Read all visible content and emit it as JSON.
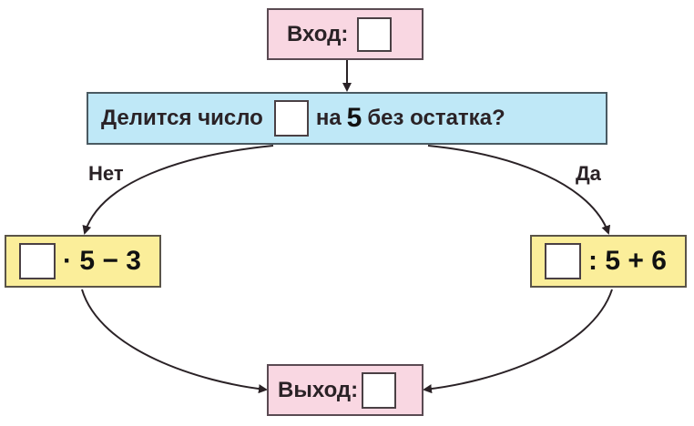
{
  "input": {
    "label": "Вход:"
  },
  "question": {
    "before": "Делится число",
    "after_word": "на",
    "number": "5",
    "after": "без остатка?"
  },
  "branches": {
    "no": {
      "label": "Нет",
      "operation": "· 5 − 3"
    },
    "yes": {
      "label": "Да",
      "operation": ": 5 + 6"
    }
  },
  "output": {
    "label": "Выход:"
  },
  "colors": {
    "input_output": "#f9d7e2",
    "condition": "#bfe8f7",
    "operation": "#fbee9a",
    "stroke": "#3a3034"
  }
}
